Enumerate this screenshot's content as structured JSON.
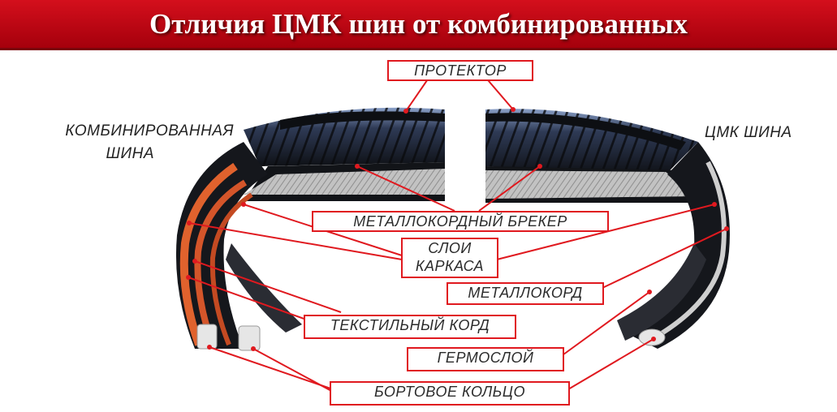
{
  "title": "Отличия ЦМК шин от комбинированных",
  "labels": {
    "combined_tire": [
      "КОМБИНИРОВАННАЯ",
      "ШИНА"
    ],
    "cmk_tire": "ЦМК ШИНА"
  },
  "callouts": {
    "tread": "ПРОТЕКТОР",
    "steel_breaker": "МЕТАЛЛОКОРДНЫЙ БРЕКЕР",
    "carcass_layers": [
      "СЛОИ",
      "КАРКАСА"
    ],
    "steel_cord": "МЕТАЛЛОКОРД",
    "textile_cord": "ТЕКСТИЛЬНЫЙ КОРД",
    "inner_liner": "ГЕРМОСЛОЙ",
    "bead_ring": "БОРТОВОЕ КОЛЬЦО"
  },
  "colors": {
    "title_bar": "#c8101b",
    "callout_line": "#e0191f",
    "textile_cord": "#e0622d",
    "steel": "#b8b8b8",
    "rubber": "#1a1c22"
  }
}
